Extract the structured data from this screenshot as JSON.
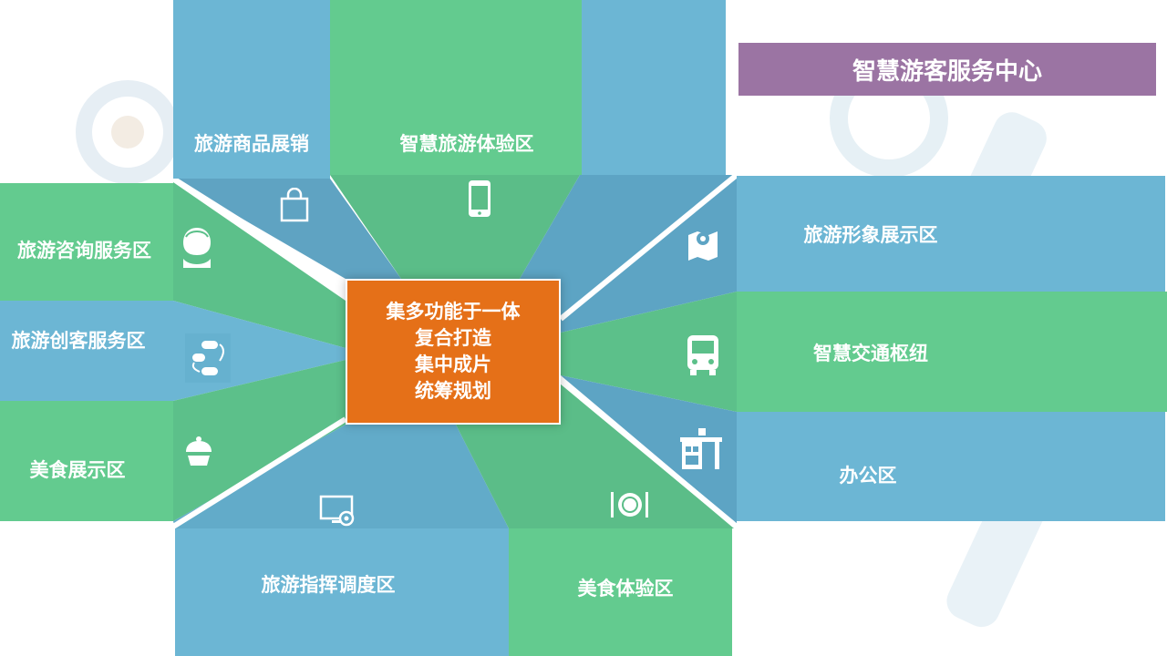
{
  "title": "智慧游客服务中心",
  "center": [
    "集多功能于一体",
    "复合打造",
    "集中成片",
    "统筹规划"
  ],
  "zones": {
    "top_left": "旅游商品展销",
    "top_center": "智慧旅游体验区",
    "left_1": "旅游咨询服务区",
    "left_2": "旅游创客服务区",
    "left_3": "美食展示区",
    "right_1": "旅游形象展示区",
    "right_2": "智慧交通枢纽",
    "right_3": "办公区",
    "bottom_left": "旅游指挥调度区",
    "bottom_right": "美食体验区"
  },
  "icons": {
    "shopping": "shopping-bag-icon",
    "phone": "smartphone-icon",
    "advisor": "customer-service-icon",
    "creative": "workflow-icon",
    "food_show": "cupcake-icon",
    "map": "map-pin-icon",
    "bus": "bus-icon",
    "office": "office-desk-icon",
    "command": "monitor-settings-icon",
    "dining": "plate-cutlery-icon"
  },
  "colors": {
    "blue": "#6cb6d4",
    "green": "#63cb8f",
    "deep_blue": "#5ca6c6",
    "purple": "#9b74a3",
    "orange": "#e57018"
  }
}
